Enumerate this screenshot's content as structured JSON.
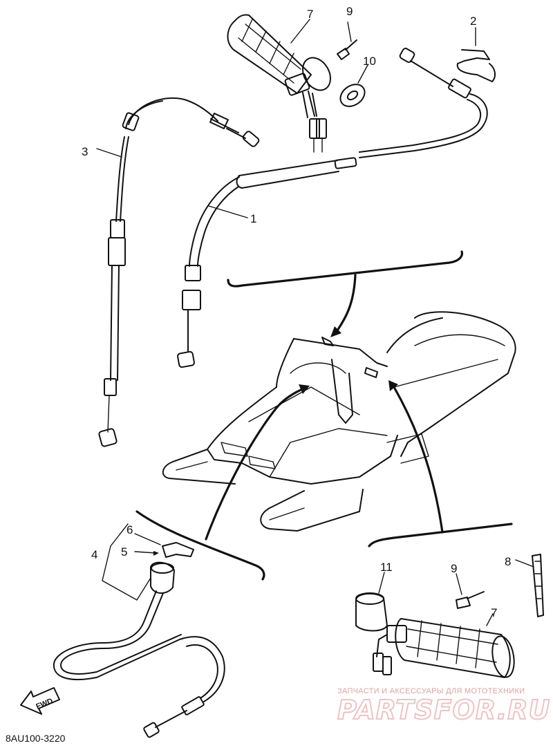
{
  "callouts": {
    "c1": "1",
    "c2": "2",
    "c3": "3",
    "c4": "4",
    "c5": "5",
    "c6": "6",
    "c7_top": "7",
    "c7_bottom": "7",
    "c8": "8",
    "c9_top": "9",
    "c9_bottom": "9",
    "c10": "10",
    "c11": "11"
  },
  "fwd_label": "FWD",
  "diagram_code": "8AU100-3220",
  "watermark": {
    "tagline": "ЗАПЧАСТИ И АКСЕССУАРЫ ДЛЯ МОТОТЕХНИКИ",
    "brand": "PARTSFOR.RU",
    "brand_color": "#e9b9bc"
  }
}
